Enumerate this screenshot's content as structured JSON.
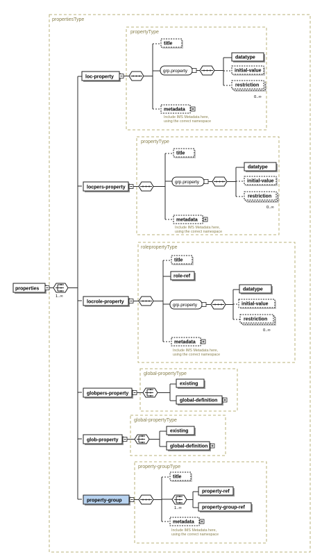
{
  "root": {
    "label": "properties",
    "cardinality": "1..∞"
  },
  "outer_type": "propertiesType",
  "sections": [
    {
      "element": "loc-property",
      "type": "propertyType",
      "title": "title",
      "group": "grp.property",
      "group_children": [
        "datatype",
        "initial-value",
        "restriction"
      ],
      "restriction_cardinality": "0..∞",
      "metadata": "metadata",
      "note_line1": "Include IMS Metadata here,",
      "note_line2": "using the correct namespace"
    },
    {
      "element": "locpers-property",
      "type": "propertyType",
      "title": "title",
      "group": "grp.property",
      "group_children": [
        "datatype",
        "initial-value",
        "restriction"
      ],
      "restriction_cardinality": "0..∞",
      "metadata": "metadata",
      "note_line1": "Include IMS Metadata here,",
      "note_line2": "using the correct namespace"
    },
    {
      "element": "locrole-property",
      "type": "rolepropertyType",
      "title": "title",
      "role_ref": "role-ref",
      "group": "grp.property",
      "group_children": [
        "datatype",
        "initial-value",
        "restriction"
      ],
      "restriction_cardinality": "0..∞",
      "metadata": "metadata",
      "note_line1": "Include IMS Metadata here,",
      "note_line2": "using the correct namespace"
    },
    {
      "element": "globpers-property",
      "type": "global-propertyType",
      "children": [
        "existing",
        "global-definition"
      ]
    },
    {
      "element": "glob-property",
      "type": "global-propertyType",
      "children": [
        "existing",
        "global-definition"
      ]
    },
    {
      "element": "property-group",
      "type": "property-groupType",
      "title": "title",
      "choice_children": [
        "property-ref",
        "property-group-ref"
      ],
      "choice_cardinality": "1..∞",
      "metadata": "metadata",
      "note_line1": "Include IMS Metadata here,",
      "note_line2": "using the correct namespace"
    }
  ]
}
